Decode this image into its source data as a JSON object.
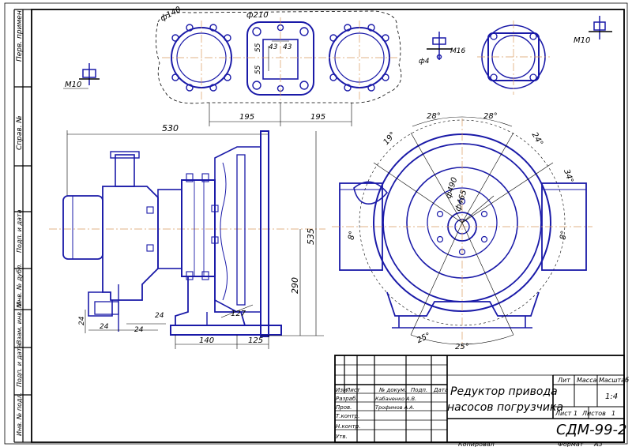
{
  "side_labels": [
    "Перв. примен.",
    "Справ. №",
    "Подп. и дата",
    "Инв. № дубл.",
    "Взам. инв. №",
    "Подп. и дата",
    "Инв. № подл."
  ],
  "dims": {
    "d140": "ф140",
    "d210": "ф210",
    "d43a": "43",
    "d43b": "43",
    "d55a": "55",
    "d55b": "55",
    "d195a": "195",
    "d195b": "195",
    "m16": "M16",
    "d4": "ф4",
    "m10a": "M10",
    "m10b": "M10",
    "d530": "530",
    "d535": "535",
    "d290": "290",
    "d127": "127",
    "d140b": "140",
    "d125": "125",
    "d24a": "24",
    "d24b": "24",
    "d24c": "24",
    "d24d": "24",
    "a28a": "28°",
    "a28b": "28°",
    "a19": "19°",
    "a24": "24°",
    "a34": "34°",
    "a8a": "8°",
    "a8b": "8°",
    "a25a": "25°",
    "a25b": "25°",
    "d490": "ф490",
    "d465": "ф465"
  },
  "title_block": {
    "title_line1": "Редуктор привода",
    "title_line2": "насосов погрузчика",
    "designation": "СДМ-99-2",
    "col_lit": "Лит",
    "col_mass": "Масса",
    "col_scale": "Масштаб",
    "scale": "1:4",
    "sheet": "Лист",
    "sheet_num": "1",
    "sheets": "Листов",
    "sheets_num": "1",
    "hdr_izm": "Изм",
    "hdr_list": "Лист",
    "hdr_docnum": "№ докум.",
    "hdr_sign": "Подп.",
    "hdr_date": "Дата",
    "row_razrab": "Разраб.",
    "row_prov": "Пров.",
    "row_tkontr": "Т.контр.",
    "row_nkontr": "Н.контр.",
    "row_utv": "Утв.",
    "razrab_name": "Кабаненко А.В.",
    "prov_name": "Трофимов А.А.",
    "copied": "Копировал",
    "format_label": "Формат",
    "format": "А3"
  }
}
